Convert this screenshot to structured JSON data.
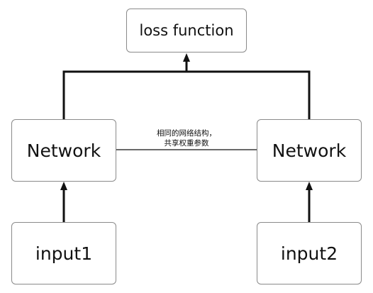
{
  "diagram": {
    "nodes": {
      "loss": "loss function",
      "network_left": "Network",
      "network_right": "Network",
      "input_left": "input1",
      "input_right": "input2"
    },
    "shared_label": {
      "line1": "相同的网络结构，",
      "line2": "共享权重参数"
    }
  }
}
